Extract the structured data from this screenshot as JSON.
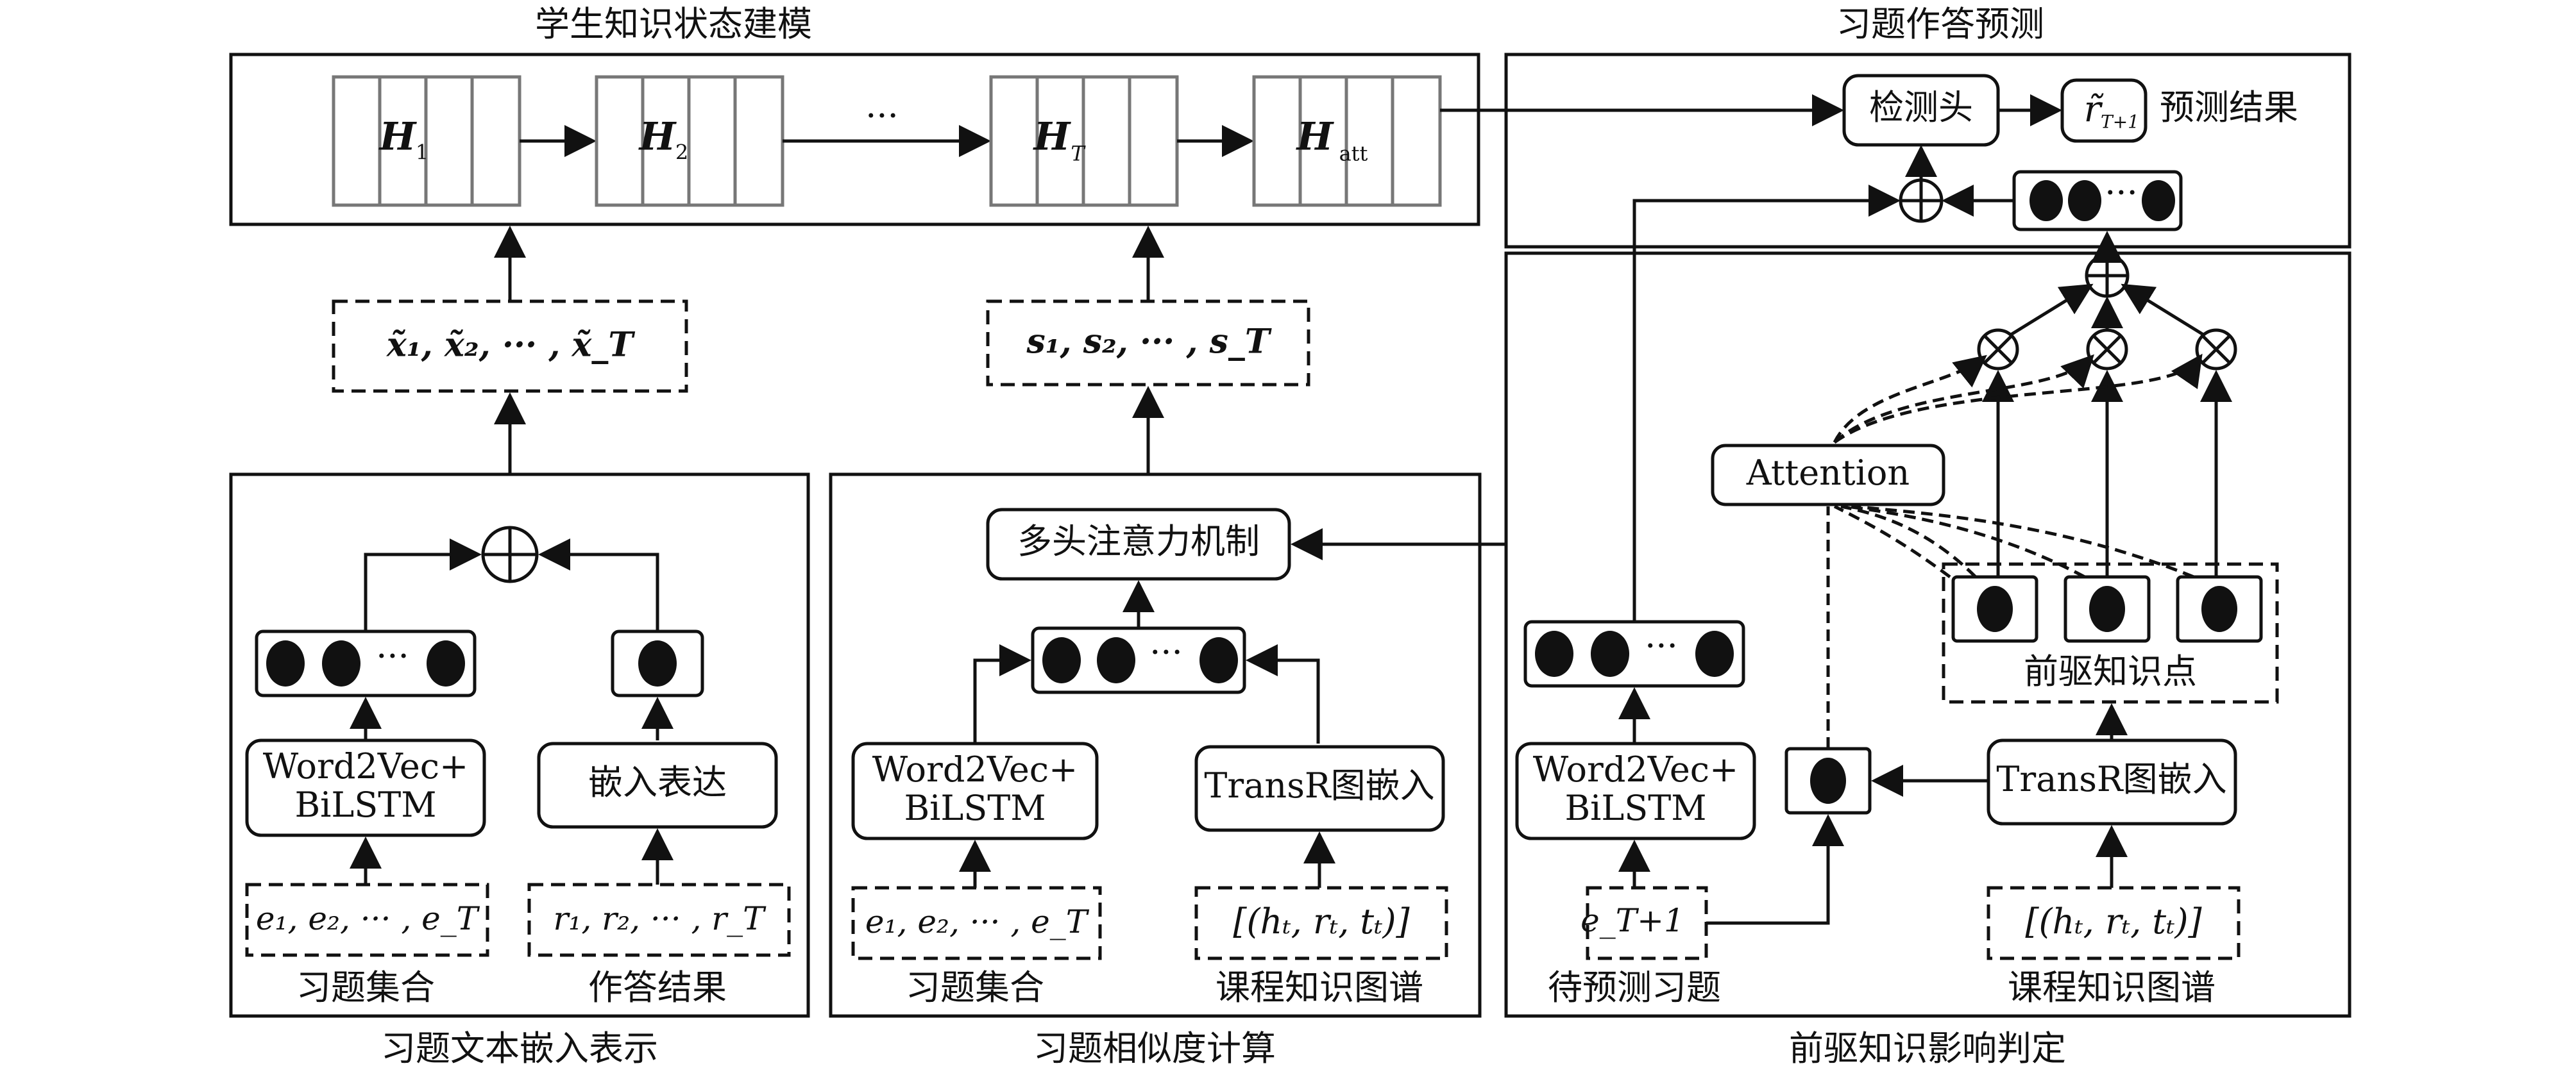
{
  "sections": {
    "student_modeling": "学生知识状态建模",
    "answer_prediction": "习题作答预测",
    "text_embedding": "习题文本嵌入表示",
    "similarity": "习题相似度计算",
    "prerequisite": "前驱知识影响判定"
  },
  "hidden_states": {
    "h1": "H",
    "h1_sub": "1",
    "h2": "H",
    "h2_sub": "2",
    "ellipsis": "···",
    "hT": "H",
    "hT_sub": "T",
    "hatt": "H",
    "hatt_sub": "att"
  },
  "prediction": {
    "head": "检测头",
    "output_symbol": "r̃",
    "output_sub": "T+1",
    "result_label": "预测结果"
  },
  "inputs": {
    "x_seq": "x̃₁, x̃₂, ··· , x̃_T",
    "s_seq": "s₁, s₂, ··· , s_T",
    "e_seq": "e₁, e₂, ··· , e_T",
    "r_seq": "r₁, r₂, ··· , r_T",
    "triple": "[(hₜ, rₜ, tₜ)]",
    "e_next": "e_T+1"
  },
  "modules": {
    "word2vec_line1": "Word2Vec+",
    "word2vec_line2": "BiLSTM",
    "embed": "嵌入表达",
    "transr": "TransR图嵌入",
    "multihead": "多头注意力机制",
    "attention": "Attention"
  },
  "labels": {
    "exercise_set": "习题集合",
    "answer_result": "作答结果",
    "course_kg": "课程知识图谱",
    "prerequisite_points": "前驱知识点",
    "pending_exercise": "待预测习题"
  }
}
